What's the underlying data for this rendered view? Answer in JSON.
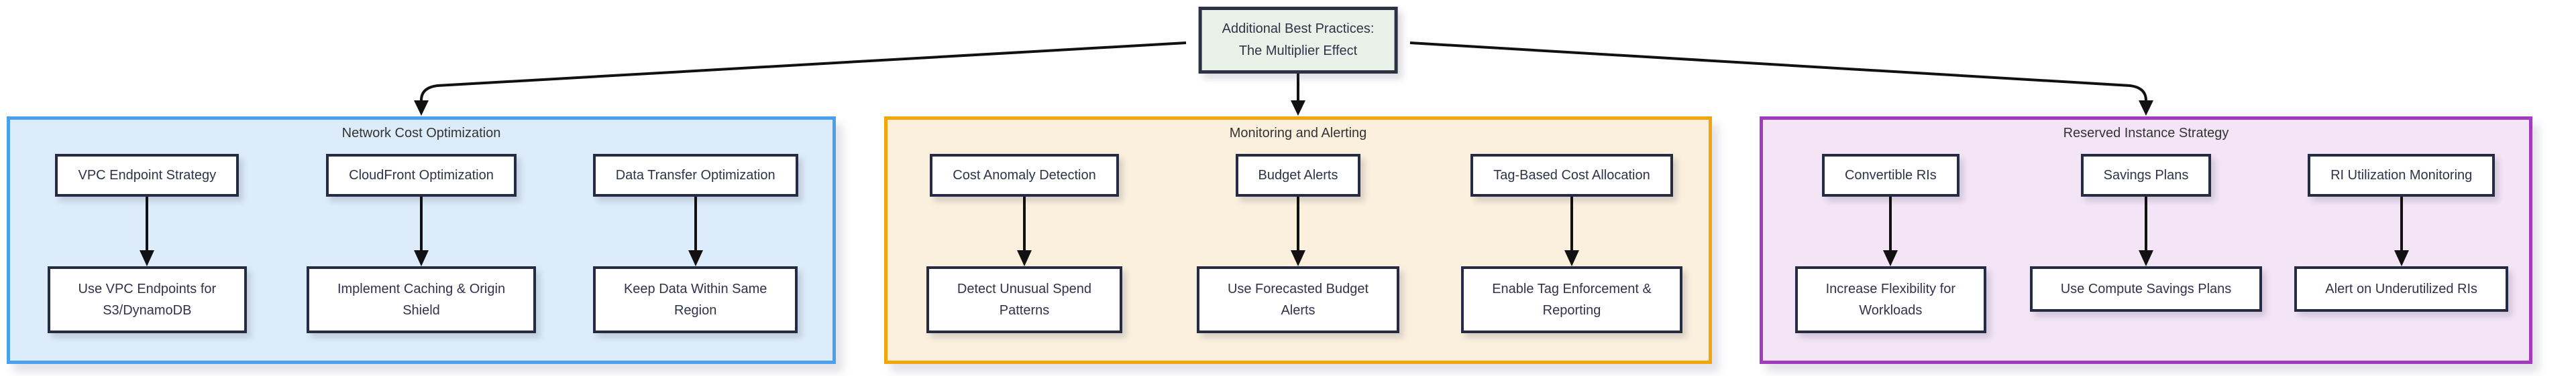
{
  "root_node": {
    "label": "Additional Best Practices:\nThe Multiplier Effect"
  },
  "groups": [
    {
      "title": "Network Cost Optimization",
      "border_color": "#4aa0ee",
      "fill": "#dcecfa",
      "columns": [
        {
          "source": "VPC Endpoint Strategy",
          "target": "Use VPC Endpoints for\nS3/DynamoDB"
        },
        {
          "source": "CloudFront Optimization",
          "target": "Implement Caching & Origin\nShield"
        },
        {
          "source": "Data Transfer Optimization",
          "target": "Keep Data Within Same\nRegion"
        }
      ]
    },
    {
      "title": "Monitoring and Alerting",
      "border_color": "#f2a60a",
      "fill": "#fbf0dd",
      "columns": [
        {
          "source": "Cost Anomaly Detection",
          "target": "Detect Unusual Spend\nPatterns"
        },
        {
          "source": "Budget Alerts",
          "target": "Use Forecasted Budget\nAlerts"
        },
        {
          "source": "Tag-Based Cost Allocation",
          "target": "Enable Tag Enforcement &\nReporting"
        }
      ]
    },
    {
      "title": "Reserved Instance Strategy",
      "border_color": "#a33bbf",
      "fill": "#f3e5f6",
      "columns": [
        {
          "source": "Convertible RIs",
          "target": "Increase Flexibility for\nWorkloads"
        },
        {
          "source": "Savings Plans",
          "target": "Use Compute Savings Plans"
        },
        {
          "source": "RI Utilization Monitoring",
          "target": "Alert on Underutilized RIs"
        }
      ]
    }
  ],
  "palette": {
    "canvas_bg": "#ffffff",
    "node_fill": "#ffffff",
    "node_border": "#262b44",
    "node_text": "#2f3349",
    "root_fill": "#e9f2e8",
    "root_border": "#2d3142",
    "group_title_text": "#333333",
    "edge": "#111111"
  }
}
